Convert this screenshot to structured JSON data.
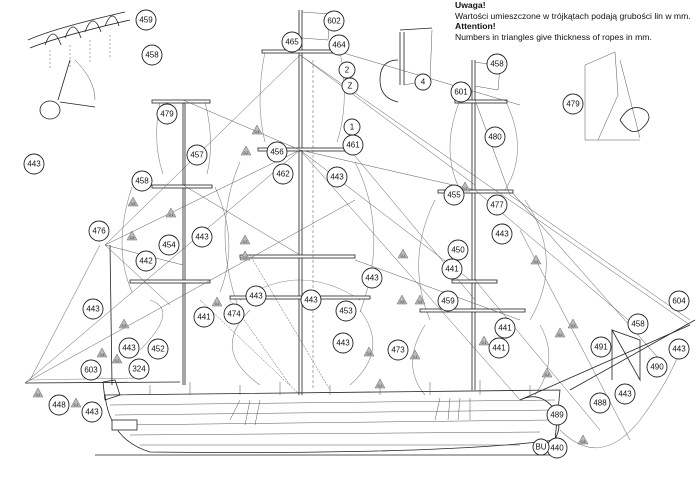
{
  "notice": {
    "pl_title": "Uwaga!",
    "pl_text": "Wartości umieszczone w trójkątach podają grubości lin w mm.",
    "en_title": "Attention!",
    "en_text": "Numbers in triangles give thickness of ropes in mm."
  },
  "callouts": [
    "459",
    "458",
    "602",
    "465",
    "464",
    "2",
    "Z",
    "1",
    "4",
    "458",
    "601",
    "480",
    "479",
    "479",
    "457",
    "456",
    "462",
    "461",
    "443",
    "443",
    "458",
    "455",
    "477",
    "443",
    "476",
    "443",
    "454",
    "442",
    "450",
    "441",
    "443",
    "443",
    "443",
    "459",
    "474",
    "441",
    "453",
    "441",
    "441",
    "473",
    "443",
    "443",
    "452",
    "603",
    "324",
    "448",
    "443",
    "443",
    "458",
    "604",
    "443",
    "490",
    "491",
    "443",
    "488",
    "489",
    "440",
    "BU",
    "BU"
  ],
  "rope_thickness": [
    "0,5",
    "0,2",
    "0,5",
    "0,1",
    "0,5",
    "0,2",
    "0,5",
    "0,5",
    "0,5",
    "0,2",
    "0,2",
    "0,1",
    "0,5",
    "0,2",
    "0,2",
    "0,1",
    "0,5",
    "0,1",
    "0,5",
    "0,2",
    "0,2",
    "0,2",
    "0,1",
    "0,2",
    "0,1",
    "0,5"
  ]
}
